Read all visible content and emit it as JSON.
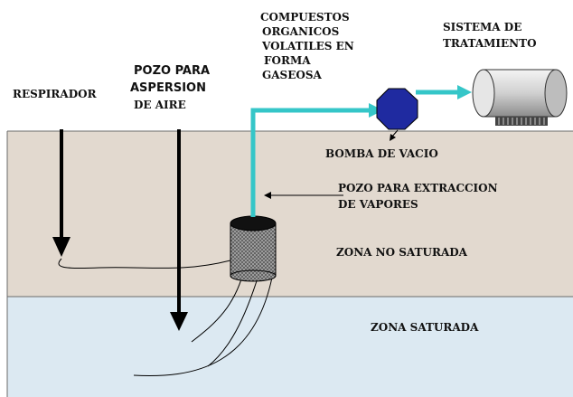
{
  "labels": {
    "respirador": "RESPIRADOR",
    "pozo_aspersion": [
      "POZO PARA",
      "ASPERSION",
      "DE AIRE"
    ],
    "compuestos": [
      "COMPUESTOS",
      "ORGANICOS",
      "VOLATILES EN",
      "FORMA",
      "GASEOSA"
    ],
    "sistema": [
      "SISTEMA DE",
      "TRATAMIENTO"
    ],
    "bomba": "BOMBA DE VACIO",
    "pozo_extraccion": [
      "POZO PARA EXTRACCION",
      "DE VAPORES"
    ],
    "zona_no_saturada": "ZONA NO SATURADA",
    "zona_saturada": "ZONA SATURADA"
  },
  "colors": {
    "soil": "#e2d9cf",
    "water": "#dce9f2",
    "pipe": "#35c6c8",
    "pump": "#1f2aa0",
    "outline": "#000000",
    "tank": "#d8d8d8"
  },
  "icons": {
    "pump": "octagon-pump-icon",
    "tank": "cylinder-tank-icon",
    "well": "mesh-cylinder-well-icon"
  }
}
